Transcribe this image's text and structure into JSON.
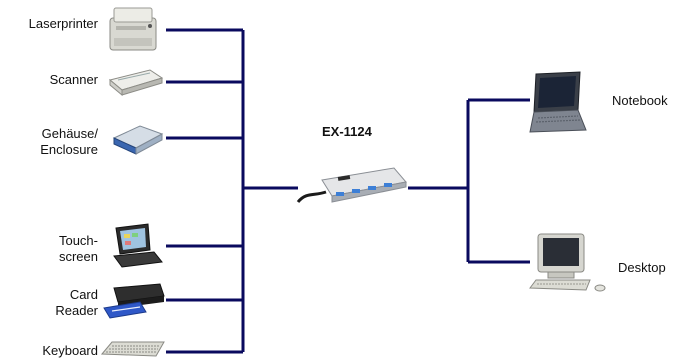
{
  "diagram": {
    "hub": {
      "label": "EX-1124",
      "icon": "usb-hub-icon"
    },
    "left_devices": [
      {
        "id": "laserprinter",
        "label": "Laserprinter",
        "icon": "laser-printer-icon"
      },
      {
        "id": "scanner",
        "label": "Scanner",
        "icon": "flatbed-scanner-icon"
      },
      {
        "id": "enclosure",
        "label_lines": [
          "Gehäuse/",
          "Enclosure"
        ],
        "icon": "drive-enclosure-icon"
      },
      {
        "id": "touchscreen",
        "label_lines": [
          "Touch-",
          "screen"
        ],
        "icon": "touchscreen-terminal-icon"
      },
      {
        "id": "card-reader",
        "label_lines": [
          "Card",
          "Reader"
        ],
        "icon": "card-reader-icon"
      },
      {
        "id": "keyboard",
        "label": "Keyboard",
        "icon": "keyboard-icon"
      }
    ],
    "right_devices": [
      {
        "id": "notebook",
        "label": "Notebook",
        "icon": "notebook-icon"
      },
      {
        "id": "desktop",
        "label": "Desktop",
        "icon": "desktop-pc-icon"
      }
    ],
    "colors": {
      "wire": "#0a0a5e",
      "text": "#111111"
    }
  }
}
